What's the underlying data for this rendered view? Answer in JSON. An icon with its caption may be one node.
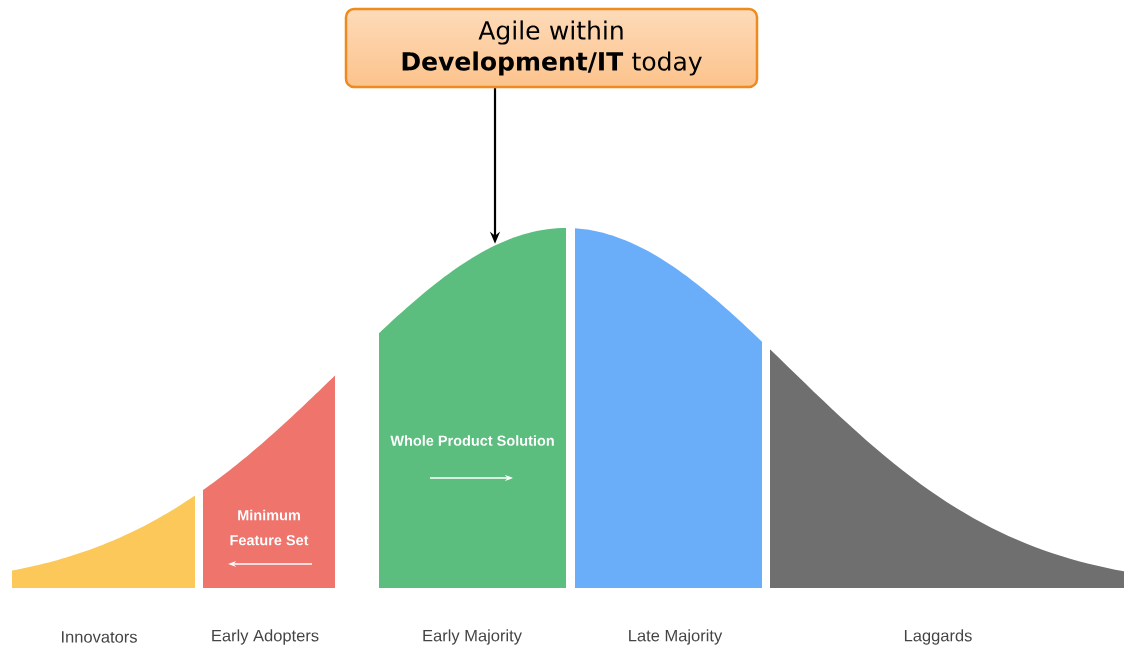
{
  "diagram": {
    "nodes": [
      {
        "text": [
          "Agile within **Development/IT** today"
        ]
      },
      {
        "text": [],
        "shape": "box",
        "beside": [
          "Innovators"
        ]
      },
      {
        "text": [
          "Minimum Feature Set"
        ],
        "beside": [
          "Early Adopters"
        ]
      },
      {
        "text": [
          "Whole Product Solution"
        ],
        "beside": [
          "Early Majority"
        ]
      },
      {
        "text": [],
        "shape": "box",
        "beside": [
          "Late Majority"
        ]
      },
      {
        "text": [],
        "shape": "box",
        "beside": [
          "Laggards"
        ]
      }
    ],
    "edges": [
      {
        "from": 0,
        "to": 3,
        "arrow": "to"
      }
    ]
  }
}
